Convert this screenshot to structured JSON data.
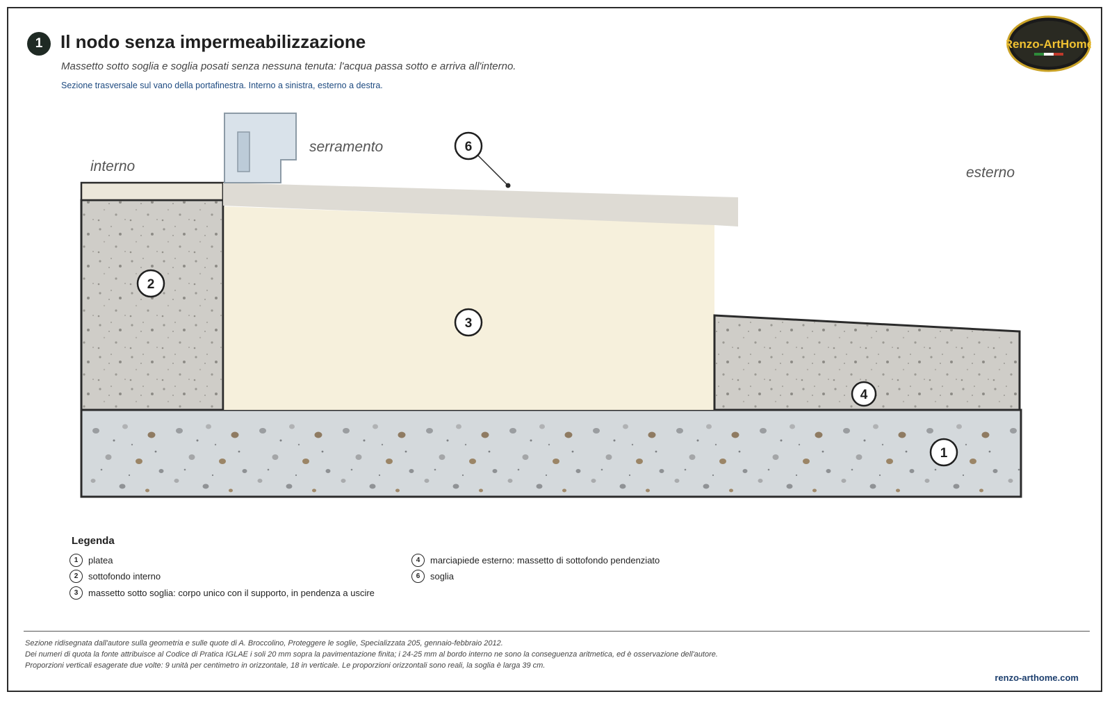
{
  "header": {
    "number": "1",
    "title": "Il nodo senza impermeabilizzazione",
    "subtitle": "Massetto sotto soglia e soglia posati senza nessuna tenuta: l'acqua passa sotto e arriva all'interno.",
    "section_note": "Sezione trasversale sul vano della portafinestra. Interno a sinistra, esterno a destra."
  },
  "logo": {
    "text": "Renzo-ArtHome"
  },
  "diagram": {
    "labels": {
      "interno": "interno",
      "serramento": "serramento",
      "esterno": "esterno"
    },
    "markers": [
      "1",
      "2",
      "3",
      "4",
      "6"
    ]
  },
  "legend": {
    "title": "Legenda",
    "items": [
      {
        "num": "1",
        "text": "platea"
      },
      {
        "num": "2",
        "text": "sottofondo interno"
      },
      {
        "num": "3",
        "text": "massetto sotto soglia: corpo unico con il supporto, in pendenza a uscire"
      },
      {
        "num": "4",
        "text": "marciapiede esterno: massetto di sottofondo pendenziato"
      },
      {
        "num": "6",
        "text": "soglia"
      }
    ]
  },
  "footer": {
    "lines": [
      "Sezione ridisegnata dall'autore sulla geometria e sulle quote di A. Broccolino, Proteggere le soglie, Specializzata 205, gennaio-febbraio 2012.",
      "Dei numeri di quota la fonte attribuisce al Codice di Pratica IGLAE i soli 20 mm sopra la pavimentazione finita; i 24-25 mm al bordo interno ne sono la conseguenza aritmetica, ed è osservazione dell'autore.",
      "Proporzioni verticali esagerate due volte: 9 unità per centimetro in orizzontale, 18 in verticale. Le proporzioni orizzontali sono reali, la soglia è larga 39 cm."
    ],
    "site": "renzo-arthome.com"
  },
  "colors": {
    "platea": "#d4d9dc",
    "sottofondo": "#cfcdc8",
    "massetto": "#f6f0dc",
    "soglia": "#dedbd4",
    "serramento": "#d9e2ea",
    "outline": "#2b2b2b"
  }
}
